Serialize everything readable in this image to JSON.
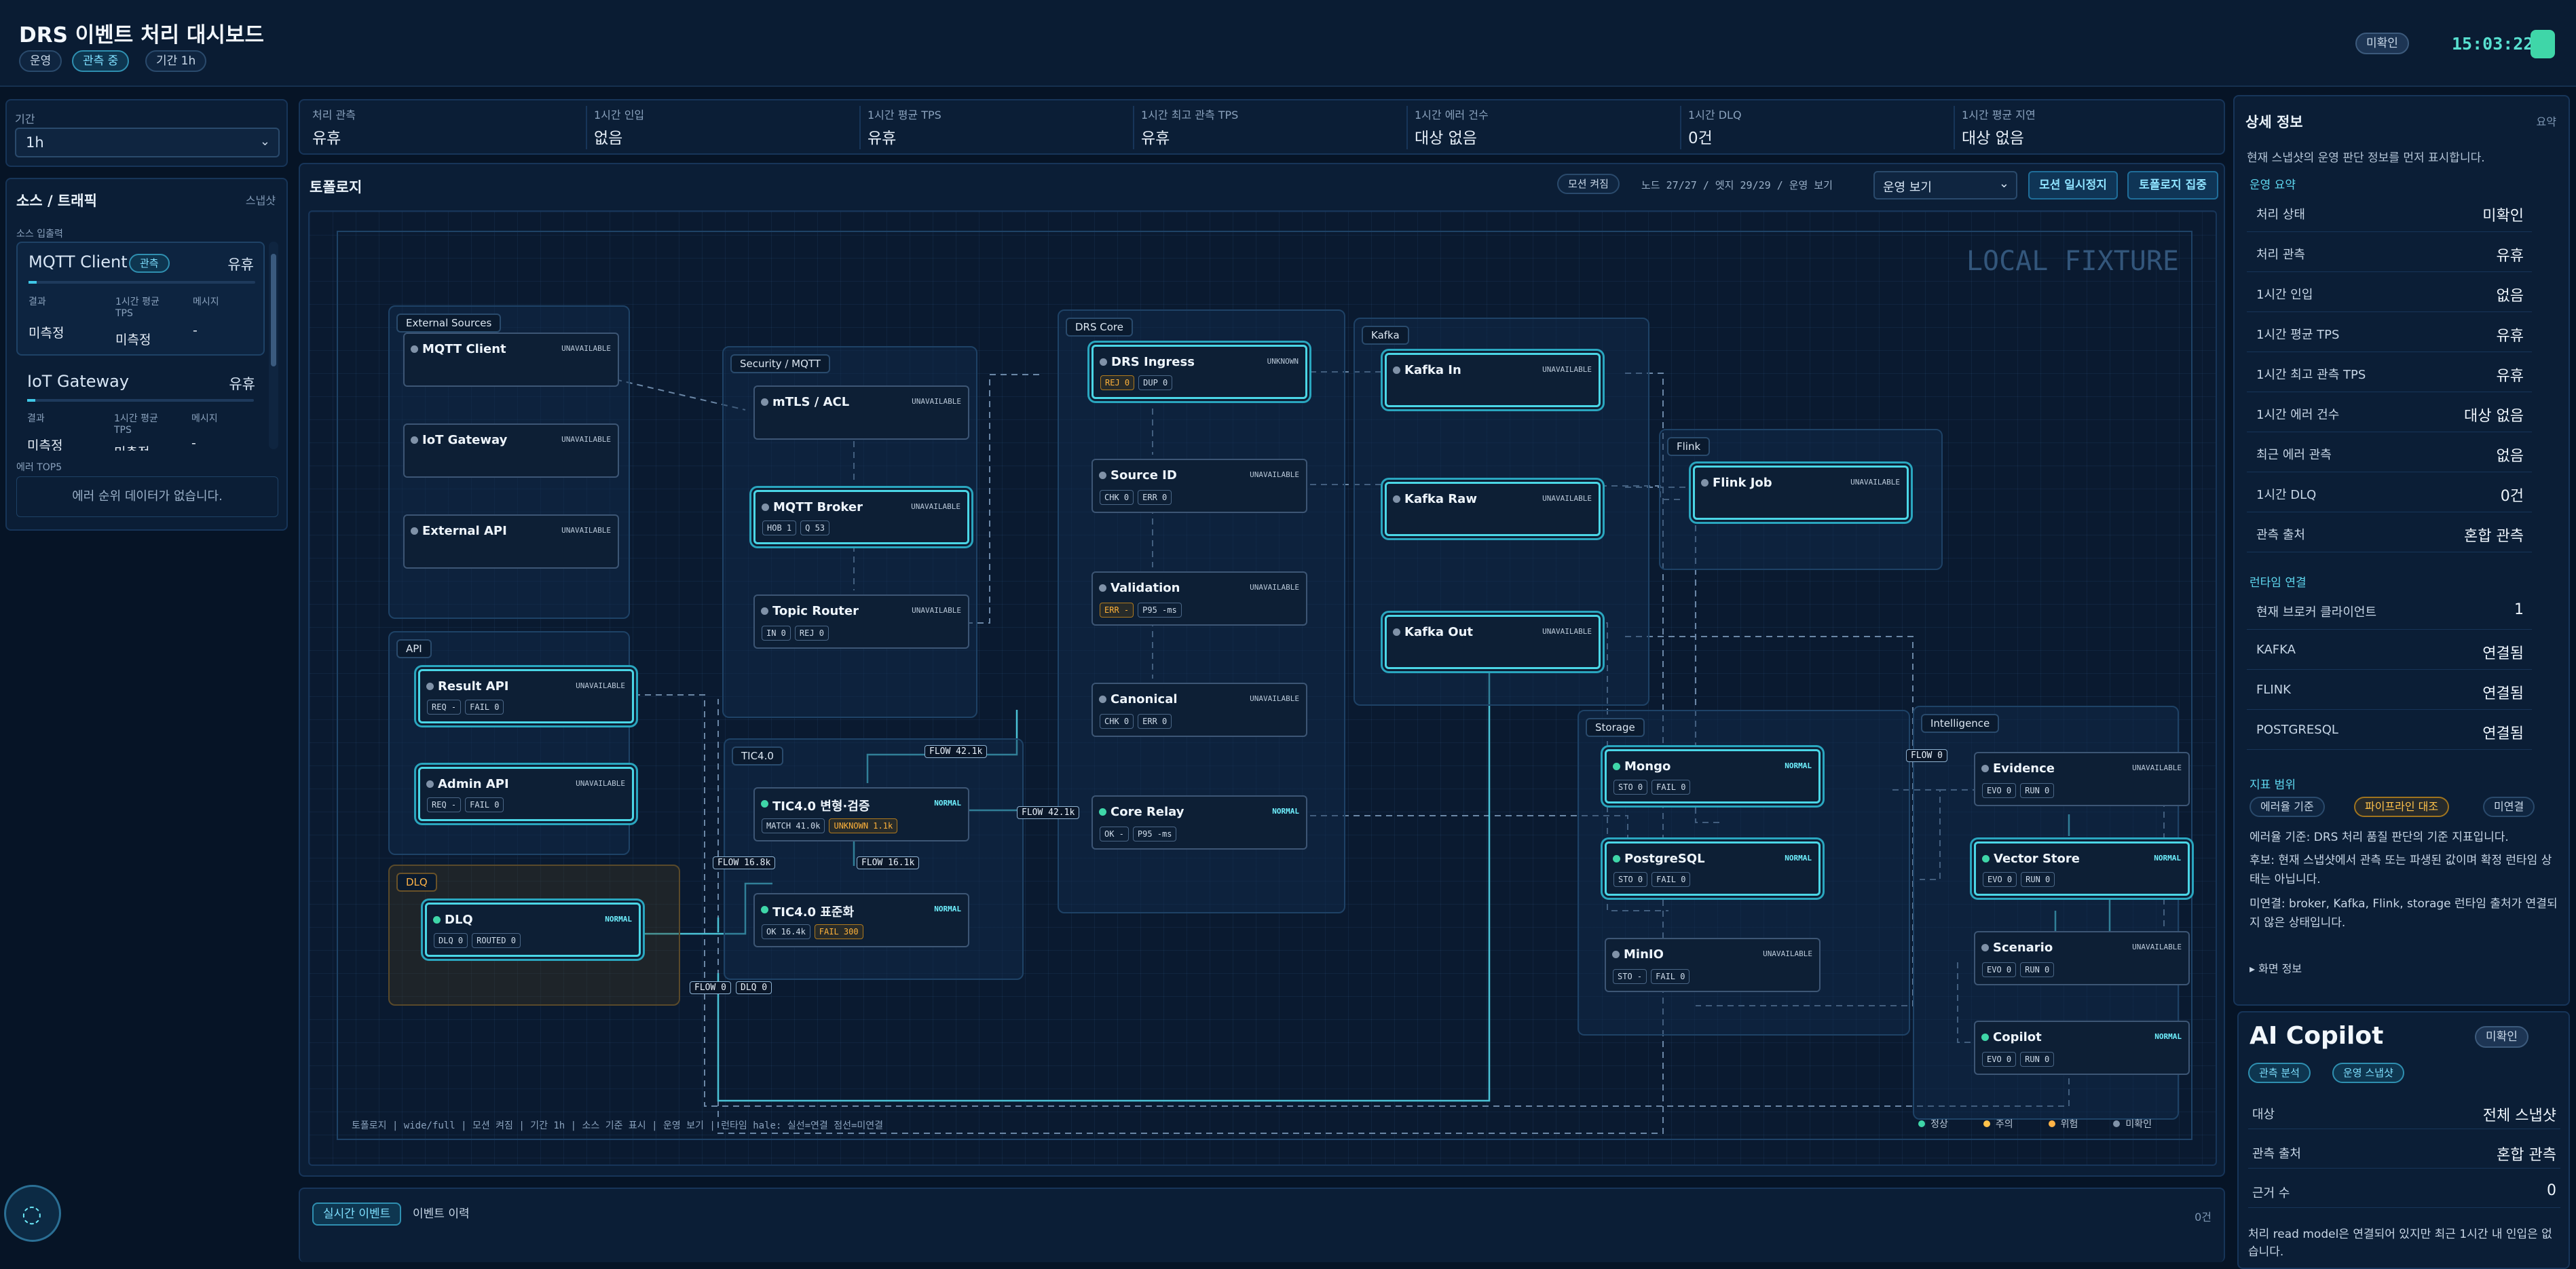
{
  "header": {
    "title": "DRS 이벤트 처리 대시보드",
    "chips": [
      "운영",
      "관측 중",
      "기간 1h"
    ],
    "status": "미확인",
    "clock": "15:03:22"
  },
  "left": {
    "period_label": "기간",
    "period_value": "1h",
    "source_title": "소스 / 트래픽",
    "source_sub": "스냅샷",
    "source_caption": "소스 입출력",
    "sources": [
      {
        "name": "MQTT Client",
        "badge": "관측",
        "state": "유휴",
        "k1": "결과",
        "k2": "1시간 평균 TPS",
        "k3": "메시지",
        "v1": "미측정",
        "v2": "미측정",
        "v3": "-"
      },
      {
        "name": "IoT Gateway",
        "state": "유휴",
        "k1": "결과",
        "k2": "1시간 평균 TPS",
        "k3": "메시지",
        "v1": "미측정",
        "v2": "미측정",
        "v3": "-"
      }
    ],
    "error_caption": "에러 TOP5",
    "error_empty": "에러 순위 데이터가 없습니다."
  },
  "kpis": [
    {
      "label": "처리 관측",
      "value": "유휴"
    },
    {
      "label": "1시간 인입",
      "value": "없음"
    },
    {
      "label": "1시간 평균 TPS",
      "value": "유휴"
    },
    {
      "label": "1시간 최고 관측 TPS",
      "value": "유휴"
    },
    {
      "label": "1시간 에러 건수",
      "value": "대상 없음"
    },
    {
      "label": "1시간 DLQ",
      "value": "0건"
    },
    {
      "label": "1시간 평균 지연",
      "value": "대상 없음"
    }
  ],
  "topology": {
    "title": "토폴로지",
    "mode_chip": "모션 켜짐",
    "counts": "노드 27/27 / 엣지 29/29 / 운영 보기",
    "view_select": "운영 보기",
    "btn_pause": "모션 일시정지",
    "btn_focus": "토폴로지 집중",
    "watermark": "LOCAL FIXTURE",
    "footer": "토폴로지 | wide/full | 모션 켜짐 | 기간 1h | 소스 기준 표시 | 운영 보기 | 런타임 hale: 실선=연결 점선=미연결",
    "legend": [
      {
        "label": "정상",
        "color": "#3fd6a8"
      },
      {
        "label": "주의",
        "color": "#ffc24a"
      },
      {
        "label": "위험",
        "color": "#ffb347"
      },
      {
        "label": "미확인",
        "color": "#8092a8"
      }
    ],
    "groups": {
      "ext": "External Sources",
      "sec": "Security / MQTT",
      "core": "DRS Core",
      "kafka": "Kafka",
      "flink": "Flink",
      "api": "API",
      "tic": "TIC4.0",
      "dlq": "DLQ",
      "storage": "Storage",
      "intel": "Intelligence"
    },
    "nodes": {
      "mqtt_client": {
        "name": "MQTT Client",
        "status": "UNAVAILABLE"
      },
      "iot_gateway": {
        "name": "IoT Gateway",
        "status": "UNAVAILABLE"
      },
      "external_api": {
        "name": "External API",
        "status": "UNAVAILABLE"
      },
      "mtls": {
        "name": "mTLS / ACL",
        "status": "UNAVAILABLE"
      },
      "broker": {
        "name": "MQTT Broker",
        "status": "UNAVAILABLE",
        "p": [
          "HOB 1",
          "Q 53"
        ]
      },
      "router": {
        "name": "Topic Router",
        "status": "UNAVAILABLE",
        "p": [
          "IN 0",
          "REJ 0"
        ]
      },
      "ingress": {
        "name": "DRS Ingress",
        "status": "UNKNOWN",
        "p": [
          "REJ 0",
          "DUP 0"
        ]
      },
      "sourceid": {
        "name": "Source ID",
        "status": "UNAVAILABLE",
        "p": [
          "CHK 0",
          "ERR 0"
        ]
      },
      "validation": {
        "name": "Validation",
        "status": "UNAVAILABLE",
        "p": [
          "ERR -",
          "P95 -ms"
        ]
      },
      "canonical": {
        "name": "Canonical",
        "status": "UNAVAILABLE",
        "p": [
          "CHK 0",
          "ERR 0"
        ]
      },
      "relay": {
        "name": "Core Relay",
        "status": "NORMAL",
        "p": [
          "OK -",
          "P95 -ms"
        ]
      },
      "kafka_in": {
        "name": "Kafka In",
        "status": "UNAVAILABLE"
      },
      "kafka_raw": {
        "name": "Kafka Raw",
        "status": "UNAVAILABLE"
      },
      "kafka_out": {
        "name": "Kafka Out",
        "status": "UNAVAILABLE"
      },
      "flink_job": {
        "name": "Flink Job",
        "status": "UNAVAILABLE"
      },
      "result_api": {
        "name": "Result API",
        "status": "UNAVAILABLE",
        "p": [
          "REQ -",
          "FAIL 0"
        ]
      },
      "admin_api": {
        "name": "Admin API",
        "status": "UNAVAILABLE",
        "p": [
          "REQ -",
          "FAIL 0"
        ]
      },
      "tic_check": {
        "name": "TIC4.0 변형·검증",
        "status": "NORMAL",
        "p": [
          "MATCH 41.0k",
          "UNKNOWN 1.1k"
        ]
      },
      "tic_std": {
        "name": "TIC4.0 표준화",
        "status": "NORMAL",
        "p": [
          "OK 16.4k",
          "FAIL 300"
        ]
      },
      "dlq": {
        "name": "DLQ",
        "status": "NORMAL",
        "p": [
          "DLQ 0",
          "ROUTED 0"
        ]
      },
      "mongo": {
        "name": "Mongo",
        "status": "NORMAL",
        "p": [
          "STO 0",
          "FAIL 0"
        ]
      },
      "postgres": {
        "name": "PostgreSQL",
        "status": "NORMAL",
        "p": [
          "STO 0",
          "FAIL 0"
        ]
      },
      "minio": {
        "name": "MinIO",
        "status": "UNAVAILABLE",
        "p": [
          "STO -",
          "FAIL 0"
        ]
      },
      "evidence": {
        "name": "Evidence",
        "status": "UNAVAILABLE",
        "p": [
          "EVO 0",
          "RUN 0"
        ]
      },
      "vector": {
        "name": "Vector Store",
        "status": "NORMAL",
        "p": [
          "EVO 0",
          "RUN 0"
        ]
      },
      "scenario": {
        "name": "Scenario",
        "status": "UNAVAILABLE",
        "p": [
          "EVO 0",
          "RUN 0"
        ]
      },
      "copilot": {
        "name": "Copilot",
        "status": "NORMAL",
        "p": [
          "EVO 0",
          "RUN 0"
        ]
      }
    },
    "flows": [
      "FLOW 42.1k",
      "FLOW 42.1k",
      "FLOW 16.8k",
      "FLOW 16.1k",
      "FLOW 0",
      "DLQ 0",
      "FLOW 0"
    ]
  },
  "events": {
    "tab_live": "실시간 이벤트",
    "tab_history": "이벤트 이력",
    "count": "0건"
  },
  "detail": {
    "title": "상세 정보",
    "sub": "요약",
    "intro": "현재 스냅샷의 운영 판단 정보를 먼저 표시합니다.",
    "sec_ops": "운영 요약",
    "ops": [
      [
        "처리 상태",
        "미확인"
      ],
      [
        "처리 관측",
        "유휴"
      ],
      [
        "1시간 인입",
        "없음"
      ],
      [
        "1시간 평균 TPS",
        "유휴"
      ],
      [
        "1시간 최고 관측 TPS",
        "유휴"
      ],
      [
        "1시간 에러 건수",
        "대상 없음"
      ],
      [
        "최근 에러 관측",
        "없음"
      ],
      [
        "1시간 DLQ",
        "0건"
      ],
      [
        "관측 출처",
        "혼합 관측"
      ]
    ],
    "sec_rt": "런타임 연결",
    "rt": [
      [
        "현재 브로커 클라이언트",
        "1"
      ],
      [
        "KAFKA",
        "연결됨"
      ],
      [
        "FLINK",
        "연결됨"
      ],
      [
        "POSTGRESQL",
        "연결됨"
      ]
    ],
    "sec_idx": "지표 범위",
    "idx_chips": [
      "에러율 기준",
      "파이프라인 대조",
      "미연결"
    ],
    "idx_lines": [
      "에러율 기준: DRS 처리 품질 판단의 기준 지표입니다.",
      "후보: 현재 스냅샷에서 관측 또는 파생된 값이며 확정 런타임 상태는 아닙니다.",
      "미연결: broker, Kafka, Flink, storage 런타임 출처가 연결되지 않은 상태입니다."
    ],
    "more": "▸ 화면 정보"
  },
  "copilot": {
    "title": "AI Copilot",
    "status": "미확인",
    "chips": [
      "관측 분석",
      "운영 스냅샷"
    ],
    "rows": [
      [
        "대상",
        "전체 스냅샷"
      ],
      [
        "관측 출처",
        "혼합 관측"
      ],
      [
        "근거 수",
        "0"
      ]
    ],
    "note": "처리 read model은 연결되어 있지만 최근 1시간 내 인입은 없습니다."
  }
}
